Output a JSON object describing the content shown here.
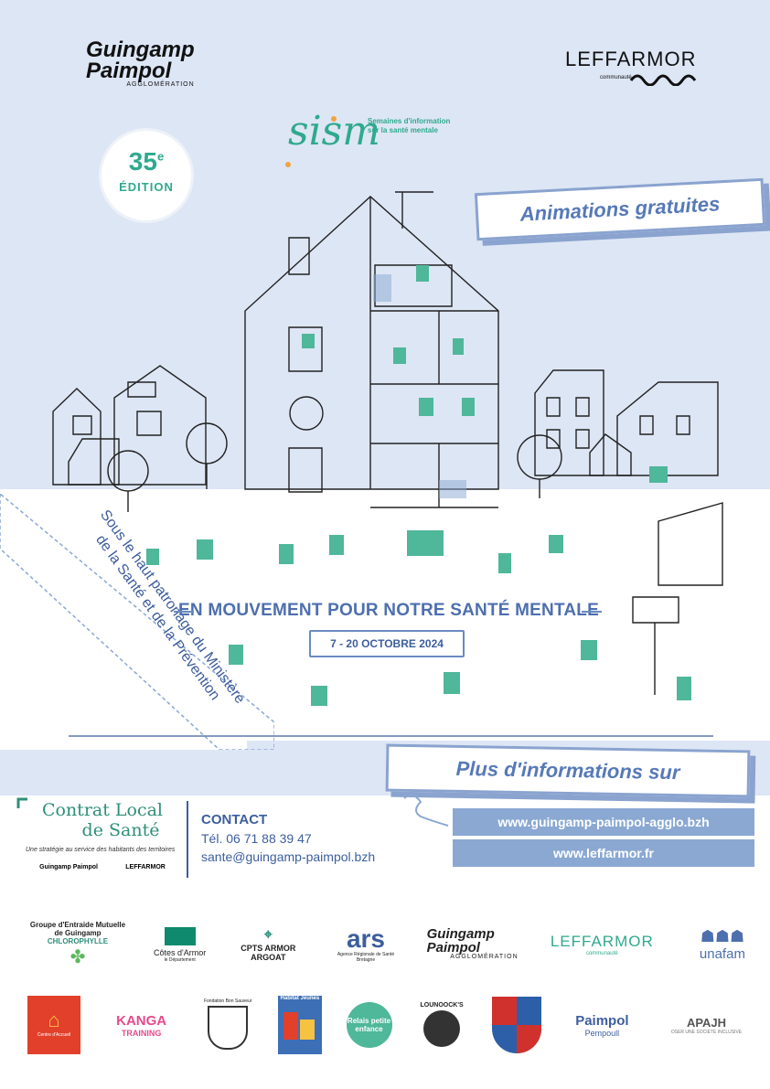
{
  "header": {
    "logo_left_line1": "Guingamp",
    "logo_left_line2": "Paimpol",
    "logo_left_sub": "AGGLOMÉRATION",
    "logo_right_name": "LEFFARMOR",
    "logo_right_sub": "communauté"
  },
  "edition": {
    "number": "35",
    "suffix": "e",
    "label": "ÉDITION"
  },
  "sism": {
    "word": "sism",
    "subtitle_line1": "Semaines d'information",
    "subtitle_line2": "sur la santé mentale"
  },
  "banner_top": "Animations gratuites",
  "main_title": "EN MOUVEMENT POUR NOTRE SANTÉ MENTALE",
  "dates": "7 - 20 OCTOBRE 2024",
  "patronage": "Sous le haut patronage du Ministère de la Santé et de la Prévention",
  "banner_info": "Plus d'informations sur",
  "contrat": {
    "line1": "Contrat Local",
    "line2": "de Santé",
    "tagline": "Une stratégie au service des habitants des territoires",
    "logo_a": "Guingamp Paimpol",
    "logo_b": "LEFFARMOR"
  },
  "contact": {
    "title": "CONTACT",
    "phone": "Tél. 06 71 88 39 47",
    "email": "sante@guingamp-paimpol.bzh"
  },
  "urls": [
    "www.guingamp-paimpol-agglo.bzh",
    "www.leffarmor.fr"
  ],
  "partners_row1": [
    {
      "name": "Groupe d'Entraide Mutuelle de Guingamp",
      "sub": "CHLOROPHYLLE"
    },
    {
      "name": "Côtes d'Armor",
      "sub": "le Département"
    },
    {
      "name": "CPTS ARMOR ARGOAT",
      "sub": ""
    },
    {
      "name": "ars",
      "sub": "Agence Régionale de Santé Bretagne"
    },
    {
      "name": "Guingamp Paimpol",
      "sub": "AGGLOMÉRATION"
    },
    {
      "name": "LEFFARMOR",
      "sub": "communauté"
    },
    {
      "name": "unafam",
      "sub": ""
    }
  ],
  "partners_row2": [
    {
      "name": "Centre d'Accueil",
      "sub": ""
    },
    {
      "name": "KANGA",
      "sub": "TRAINING"
    },
    {
      "name": "Fondation Bon Sauveur",
      "sub": ""
    },
    {
      "name": "Habitat Jeunes",
      "sub": ""
    },
    {
      "name": "Relais petite enfance",
      "sub": ""
    },
    {
      "name": "LOUNOOCK'S",
      "sub": ""
    },
    {
      "name": "",
      "sub": ""
    },
    {
      "name": "Paimpol",
      "sub": "Pempoull"
    },
    {
      "name": "APAJH",
      "sub": "OSER UNE SOCIÉTÉ INCLUSIVE"
    }
  ],
  "colors": {
    "accent_green": "#2fa98e",
    "accent_blue": "#5679b8",
    "bg_light": "#dde6f5"
  }
}
